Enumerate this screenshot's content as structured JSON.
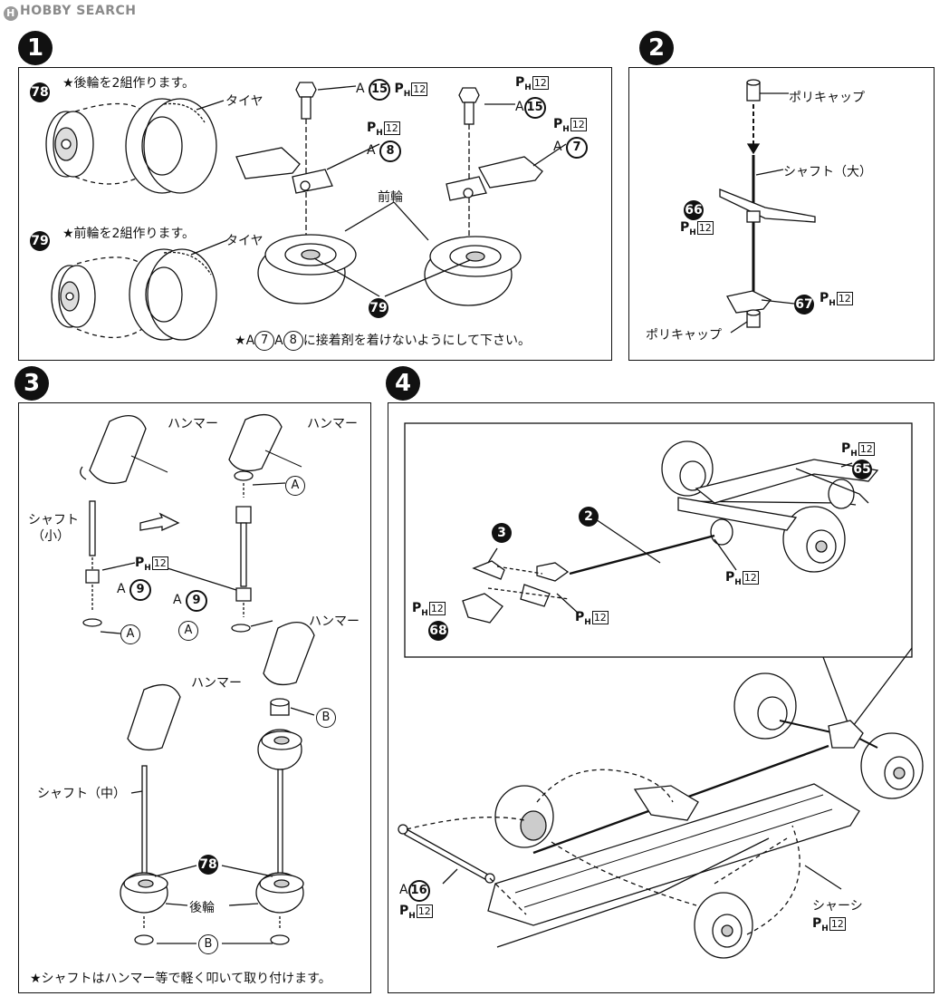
{
  "watermark": "HOBBY SEARCH",
  "steps": [
    "1",
    "2",
    "3",
    "4"
  ],
  "ph": {
    "letter": "P",
    "sub": "H",
    "num": "12"
  },
  "s1": {
    "note_rear": "★後輪を2組作ります。",
    "note_front": "★前輪を2組作ります。",
    "tire1": "タイヤ",
    "tire2": "タイヤ",
    "front_wheel": "前輪",
    "p78": "78",
    "p79a": "79",
    "p79b": "79",
    "a15": "15",
    "a8": "8",
    "a7": "7",
    "A": "A",
    "bottom_note_pre": "★",
    "bottom_note_post": "に接着剤を着けないようにして下さい。"
  },
  "s2": {
    "polycap_top": "ポリキャップ",
    "shaft_large": "シャフト（大）",
    "p66": "66",
    "p67": "67",
    "polycap_bottom": "ポリキャップ"
  },
  "s3": {
    "hammer1": "ハンマー",
    "hammer2": "ハンマー",
    "hammer3": "ハンマー",
    "hammer4": "ハンマー",
    "shaft_small_1": "シャフト",
    "shaft_small_2": "（小）",
    "a9": "9",
    "circA": "A",
    "circB": "B",
    "shaft_mid": "シャフト（中）",
    "p78": "78",
    "rear_wheel": "後輪",
    "bottom_note": "★シャフトはハンマー等で軽く叩いて取り付けます。"
  },
  "s4": {
    "p65": "65",
    "p68": "68",
    "ref2": "2",
    "ref3": "3",
    "a16": "16",
    "chassis": "シャーシ"
  }
}
